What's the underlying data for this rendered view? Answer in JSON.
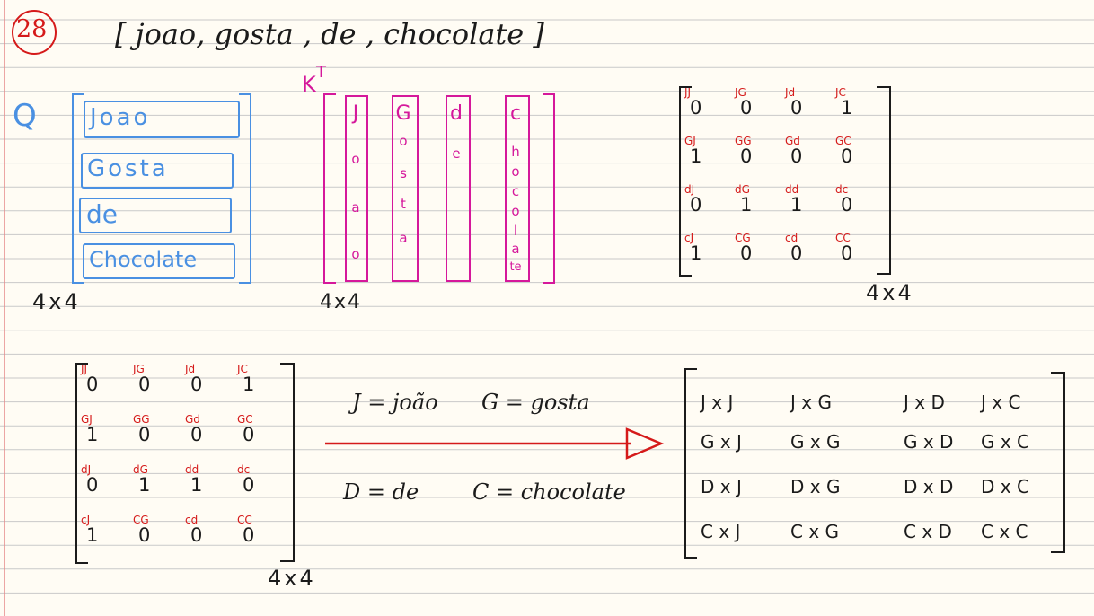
{
  "slide_number": "28",
  "sentence": "[ joao, gosta , de , chocolate ]",
  "q_label": "Q",
  "q_rows": [
    "Joao",
    "Gosta",
    "de",
    "Chocolate"
  ],
  "q_dim": "4x4",
  "kt_label": "K",
  "kt_superscript": "T",
  "kt_columns": [
    {
      "head": "J",
      "letters": [
        "o",
        "a",
        "o"
      ]
    },
    {
      "head": "G",
      "letters": [
        "o",
        "s",
        "t",
        "a"
      ]
    },
    {
      "head": "d",
      "letters": [
        "e"
      ]
    },
    {
      "head": "c",
      "letters": [
        "h",
        "o",
        "c",
        "o",
        "l",
        "a",
        "te"
      ]
    }
  ],
  "kt_dim": "4x4",
  "score_matrix": {
    "labels": [
      [
        "JJ",
        "JG",
        "Jd",
        "JC"
      ],
      [
        "GJ",
        "GG",
        "Gd",
        "GC"
      ],
      [
        "dJ",
        "dG",
        "dd",
        "dc"
      ],
      [
        "cJ",
        "CG",
        "cd",
        "CC"
      ]
    ],
    "values": [
      [
        "0",
        "0",
        "0",
        "1"
      ],
      [
        "1",
        "0",
        "0",
        "0"
      ],
      [
        "0",
        "1",
        "1",
        "0"
      ],
      [
        "1",
        "0",
        "0",
        "0"
      ]
    ],
    "dim": "4x4"
  },
  "legend": {
    "j": "J = joão",
    "g": "G = gosta",
    "d": "D = de",
    "c": "C = chocolate"
  },
  "product_matrix": [
    [
      "J x J",
      "J x G",
      "J x D",
      "J x C"
    ],
    [
      "G x J",
      "G x G",
      "G x D",
      "G x C"
    ],
    [
      "D x J",
      "D x G",
      "D x D",
      "D x C"
    ],
    [
      "C x J",
      "C x G",
      "C x D",
      "C x C"
    ]
  ],
  "colors": {
    "ink": "#1b1b1b",
    "red": "#d51a1a",
    "blue": "#4a90e2",
    "magenta": "#d5189b",
    "paper": "#fffcf4",
    "rule": "#c9c9c9",
    "margin": "#e58a8a"
  }
}
